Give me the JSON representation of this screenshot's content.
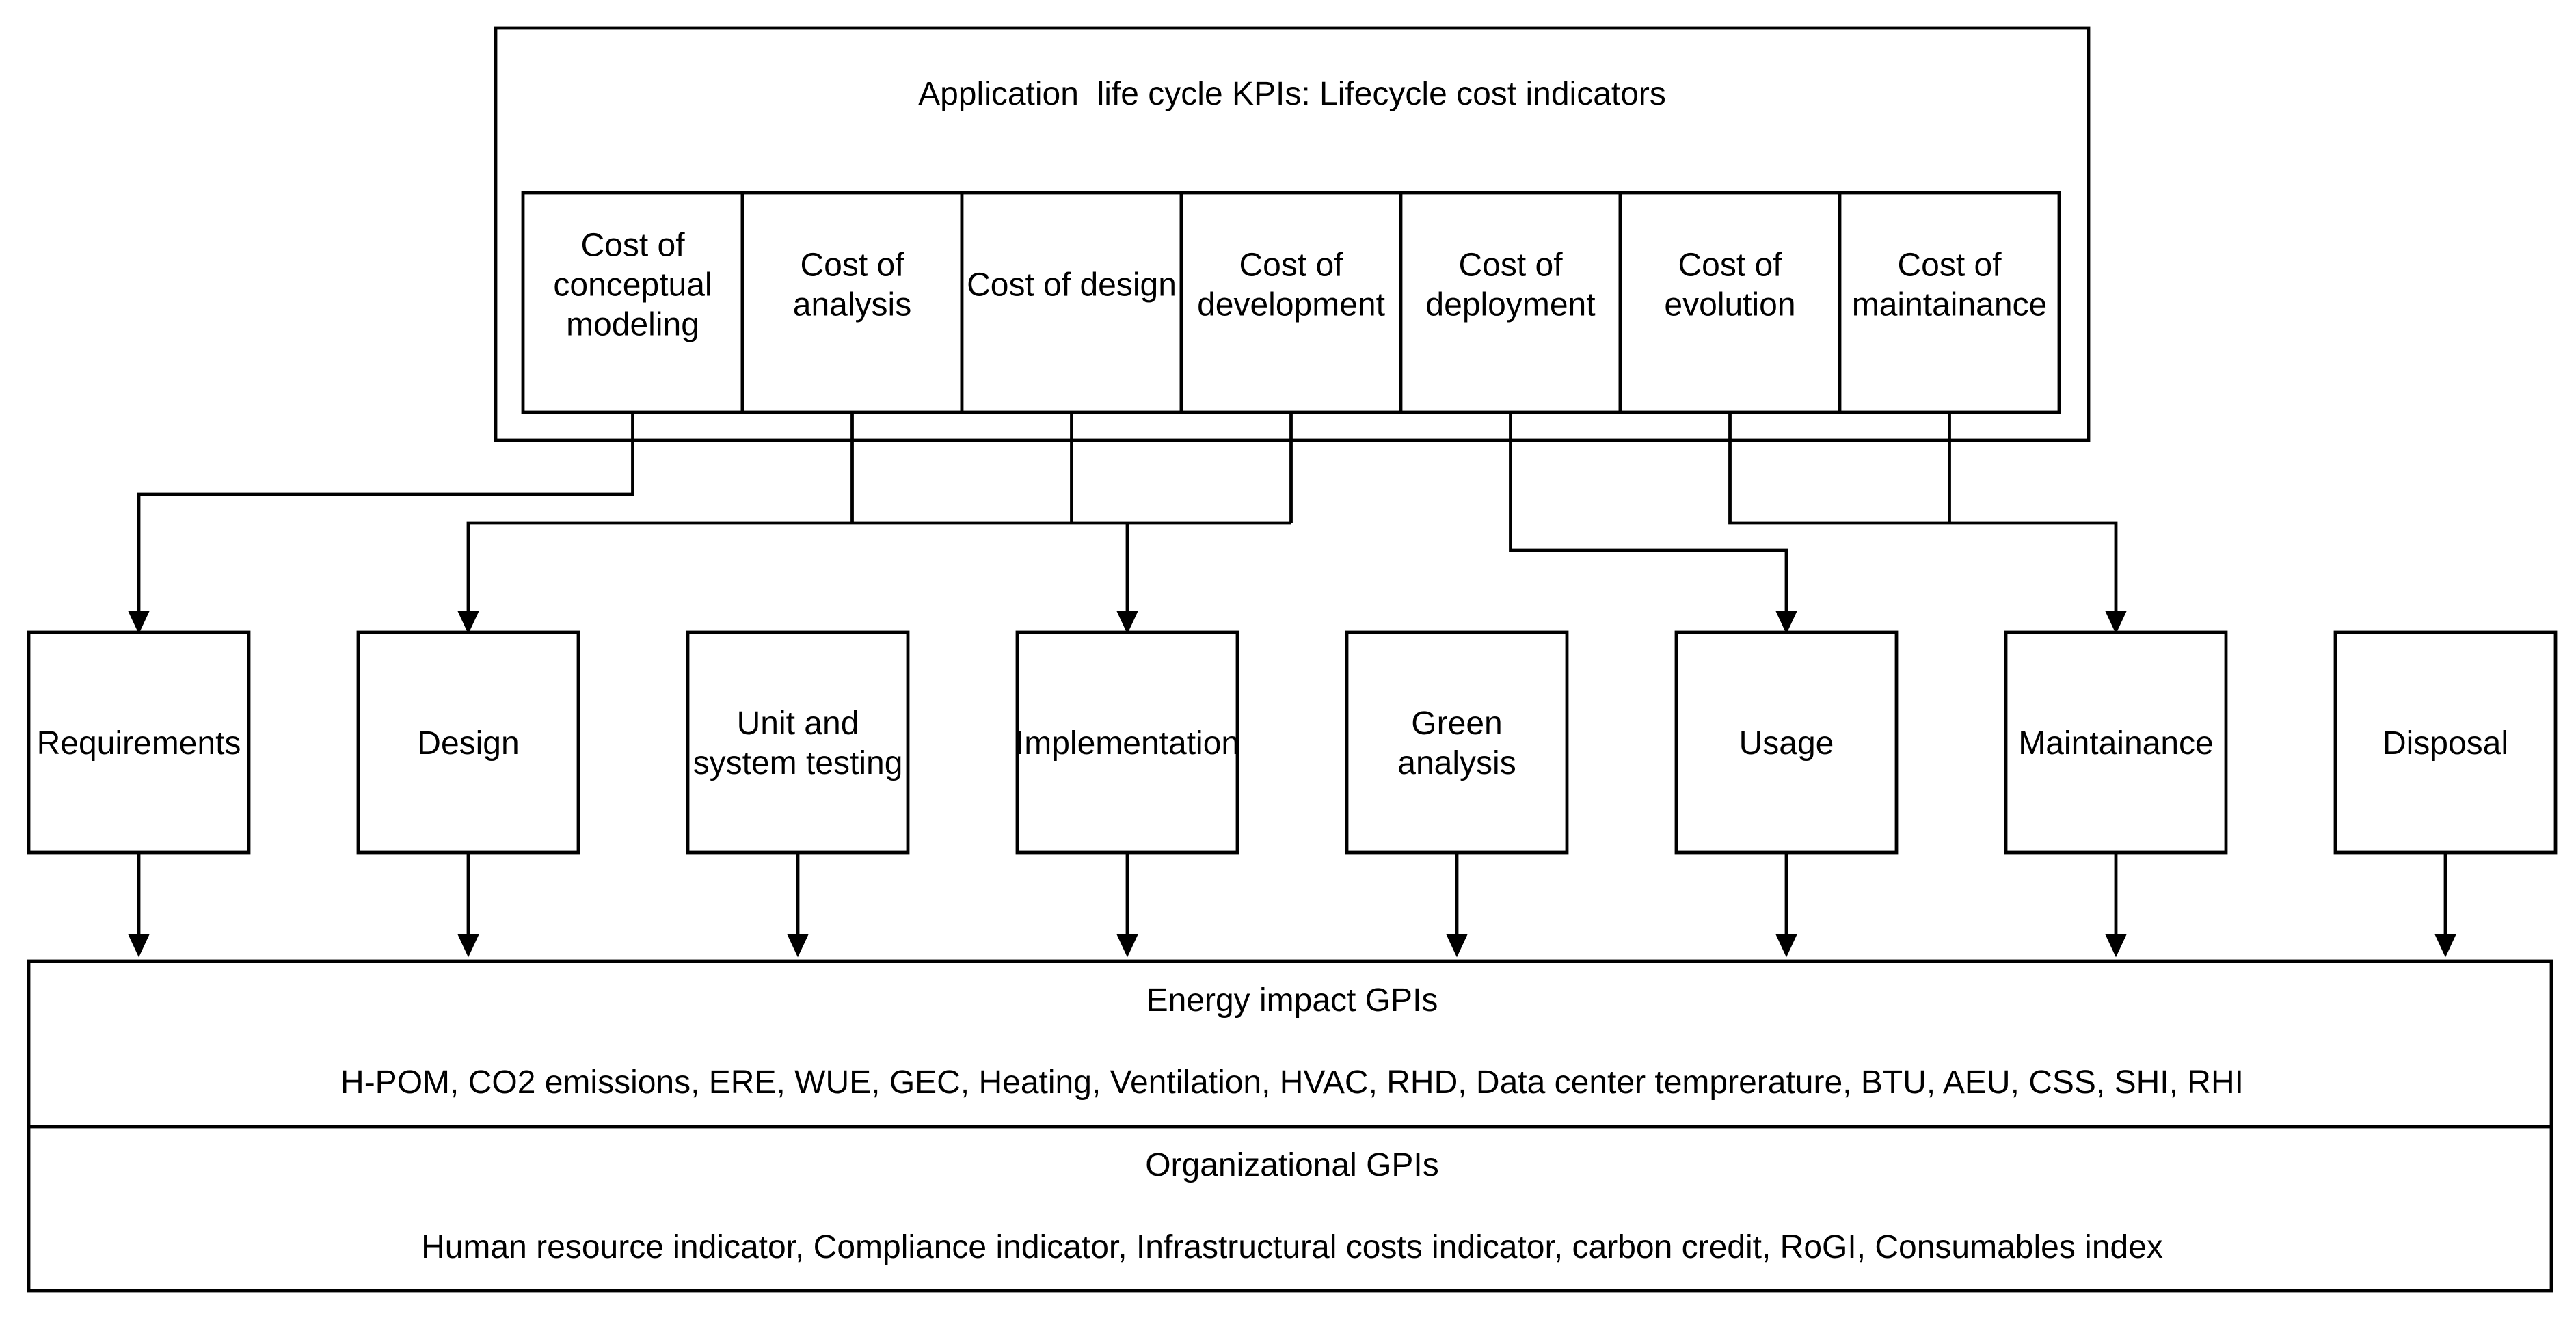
{
  "title": "Application  life cycle KPIs: Lifecycle cost indicators",
  "cost_cells": [
    [
      "Cost of",
      "conceptual",
      "modeling"
    ],
    [
      "Cost of",
      "analysis"
    ],
    [
      "Cost of design"
    ],
    [
      "Cost of",
      "development"
    ],
    [
      "Cost of",
      "deployment"
    ],
    [
      "Cost of",
      "evolution"
    ],
    [
      "Cost of",
      "maintainance"
    ]
  ],
  "phases": [
    [
      "Requirements"
    ],
    [
      "Design"
    ],
    [
      "Unit and",
      "system testing"
    ],
    [
      "Implementation"
    ],
    [
      "Green",
      "analysis"
    ],
    [
      "Usage"
    ],
    [
      "Maintainance"
    ],
    [
      "Disposal"
    ]
  ],
  "energy": {
    "heading": "Energy impact GPIs",
    "items": "H-POM, CO2 emissions, ERE, WUE, GEC, Heating, Ventilation, HVAC, RHD, Data center temprerature, BTU, AEU, CSS, SHI, RHI"
  },
  "organizational": {
    "heading": "Organizational GPIs",
    "items": "Human resource indicator, Compliance indicator, Infrastructural costs indicator, carbon credit, RoGI, Consumables index"
  },
  "connections": [
    {
      "from": "Cost of conceptual modeling",
      "to": "Requirements"
    },
    {
      "from": "Cost of analysis",
      "to": "Design"
    },
    {
      "from": "Cost of design",
      "to": "Design"
    },
    {
      "from": "Cost of development",
      "to": "Design"
    },
    {
      "from": "Cost of analysis",
      "to": "Implementation"
    },
    {
      "from": "Cost of design",
      "to": "Implementation"
    },
    {
      "from": "Cost of development",
      "to": "Implementation"
    },
    {
      "from": "Cost of deployment",
      "to": "Usage"
    },
    {
      "from": "Cost of evolution",
      "to": "Maintainance"
    },
    {
      "from": "Cost of maintainance",
      "to": "Maintainance"
    },
    {
      "from": "each phase",
      "to": "Energy impact GPIs"
    }
  ]
}
